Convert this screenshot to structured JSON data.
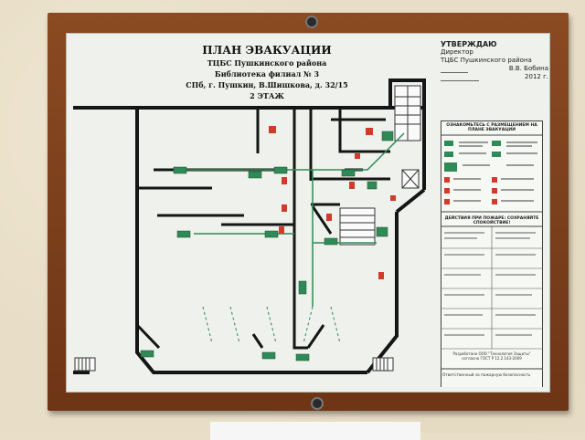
{
  "plan": {
    "title": "ПЛАН ЭВАКУАЦИИ",
    "org": "ТЦБС Пушкинского района",
    "branch": "Библиотека филиал № 3",
    "address": "СПб, г. Пушкин, В.Шишкова, д. 32/15",
    "floor": "2 ЭТАЖ"
  },
  "approval": {
    "head": "УТВЕРЖДАЮ",
    "role": "Директор",
    "org": "ТЦБС Пушкинского района",
    "signer": "В.В. Бобина",
    "year": "2012 г."
  },
  "legend": {
    "header": "ОЗНАКОМЬТЕСЬ С РАЗМЕЩЕНИЕМ НА ПЛАНЕ ЭВАКУАЦИИ",
    "actions_header": "ДЕЙСТВИЯ ПРИ ПОЖАРЕ: СОХРАНЯЙТЕ СПОКОЙСТВИЕ!",
    "developer": "Разработано ООО \"Технология Защиты\" согласно ГОСТ Р 12.2.143-2009",
    "responsible": "Ответственный за пожарную безопасность"
  },
  "colors": {
    "frame": "#7a3d1b",
    "wall": "#151515",
    "exit": "#2e8b57",
    "red": "#d23a2a",
    "glass": "#eef1ec"
  }
}
